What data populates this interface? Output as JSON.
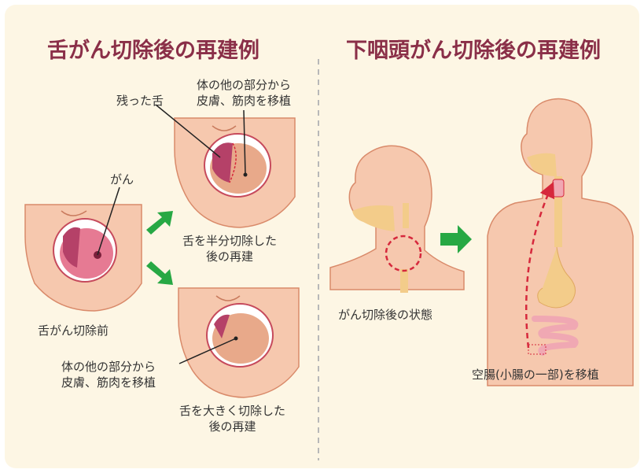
{
  "left_section": {
    "title": "舌がん切除後の再建例",
    "label_remaining_tongue": "残った舌",
    "label_graft_top": [
      "体の他の部分から",
      "皮膚、筋肉を移植"
    ],
    "label_cancer": "がん",
    "label_before": "舌がん切除前",
    "label_half": [
      "舌を半分切除した",
      "後の再建"
    ],
    "label_graft_bottom": [
      "体の他の部分から",
      "皮膚、筋肉を移植"
    ],
    "label_large": [
      "舌を大きく切除した",
      "後の再建"
    ]
  },
  "right_section": {
    "title": "下咽頭がん切除後の再建例",
    "label_after_resection": "がん切除後の状態",
    "label_jejunum": "空腸(小腸の一部)を移植"
  },
  "colors": {
    "title": "#8a2f48",
    "skin": "#f6c8ae",
    "skin_outline": "#d98a6a",
    "arrow": "#27a844",
    "cancer_circle": "#d6283c",
    "tongue": "#e67a93",
    "graft": "#e8a98a",
    "digestive": "#f3cc8a",
    "intestine": "#f0a8b3"
  }
}
